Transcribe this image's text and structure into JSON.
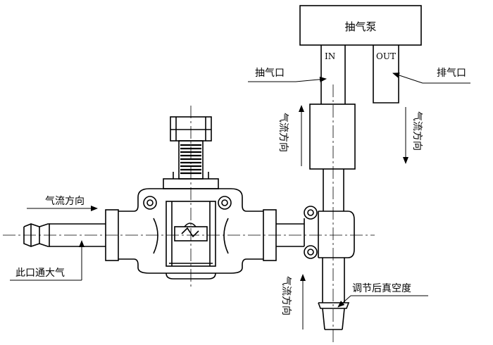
{
  "diagram": {
    "pump_label": "抽气泵",
    "in_port_label": "IN",
    "out_port_label": "OUT",
    "suction_port_label": "抽气口",
    "exhaust_port_label": "排气口",
    "airflow_label": "气流方向",
    "open_to_atmosphere_label": "此口通大气",
    "regulated_vacuum_label": "调节后真空度",
    "line_color": "#000000",
    "background_color": "#ffffff"
  }
}
